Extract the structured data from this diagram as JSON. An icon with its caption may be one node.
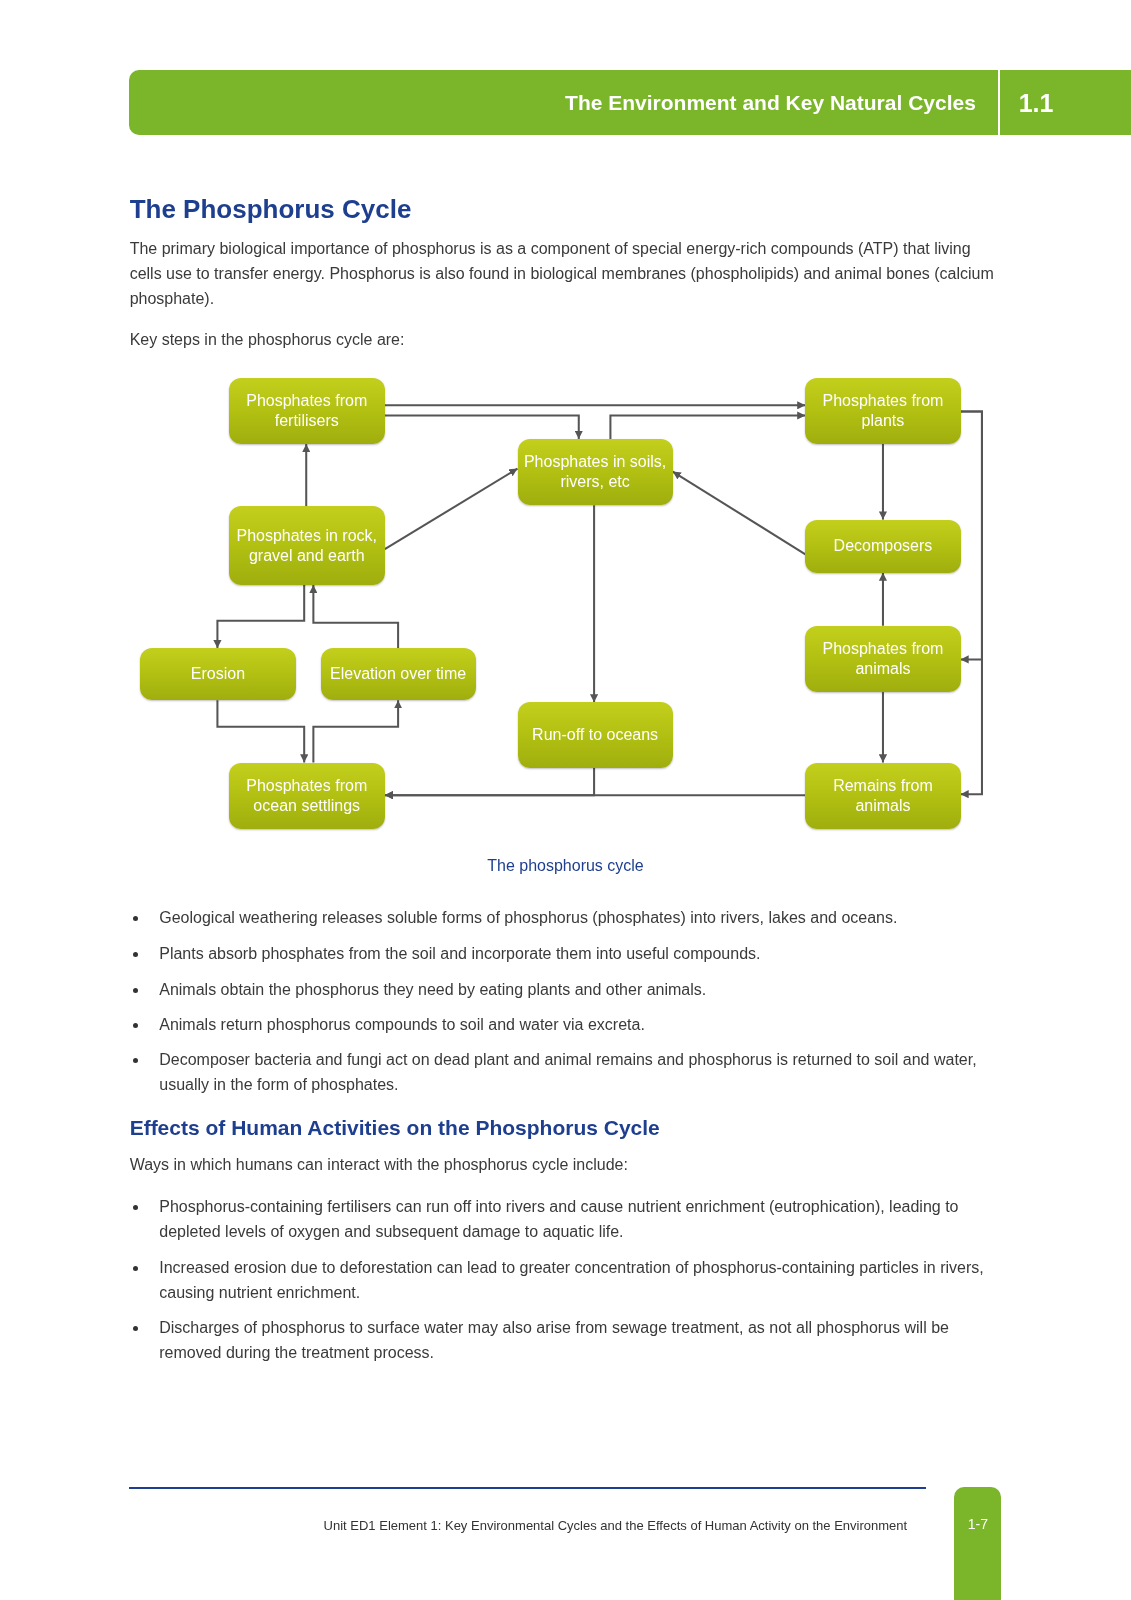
{
  "diagram": {
    "title": "The Phosphorus Cycle",
    "caption": "The phosphorus cycle",
    "nodes": [
      {
        "text": [
          "Phosphates from fertilisers"
        ]
      },
      {
        "text": [
          "Phosphates from plants"
        ]
      },
      {
        "text": [
          "Phosphates in soils, rivers, etc"
        ]
      },
      {
        "text": [
          "Phosphates in rock, gravel and earth"
        ]
      },
      {
        "text": [
          "Decomposers"
        ]
      },
      {
        "text": [
          "Erosion"
        ]
      },
      {
        "text": [
          "Elevation over time"
        ]
      },
      {
        "text": [
          "Phosphates from animals"
        ]
      },
      {
        "text": [
          "Run-off to oceans"
        ]
      },
      {
        "text": [
          "Phosphates from ocean settlings"
        ]
      },
      {
        "text": [
          "Remains from animals"
        ]
      }
    ],
    "edges": [
      {
        "from": 0,
        "to": 1,
        "arrow": "to"
      },
      {
        "from": 0,
        "to": 2,
        "arrow": "to"
      },
      {
        "from": 2,
        "to": 1,
        "arrow": "to"
      },
      {
        "from": 3,
        "to": 0,
        "arrow": "to"
      },
      {
        "from": 3,
        "to": 2,
        "arrow": "to"
      },
      {
        "from": 4,
        "to": 2,
        "arrow": "to"
      },
      {
        "from": 1,
        "to": 4,
        "arrow": "to"
      },
      {
        "from": 7,
        "to": 4,
        "arrow": "to"
      },
      {
        "from": 1,
        "to": 7,
        "arrow": "to"
      },
      {
        "from": 1,
        "to": 10,
        "arrow": "to"
      },
      {
        "from": 7,
        "to": 10,
        "arrow": "to"
      },
      {
        "from": 2,
        "to": 8,
        "arrow": "to"
      },
      {
        "from": 3,
        "to": 5,
        "arrow": "to"
      },
      {
        "from": 6,
        "to": 3,
        "arrow": "to"
      },
      {
        "from": 5,
        "to": 9,
        "arrow": "to"
      },
      {
        "from": 9,
        "to": 6,
        "arrow": "to"
      },
      {
        "from": 10,
        "to": 9,
        "arrow": "to"
      },
      {
        "from": 8,
        "to": 9,
        "arrow": "to"
      }
    ],
    "labels": [
      "The Environment and Key Natural Cycles",
      "1.1",
      "The primary biological importance of phosphorus is as a component of special energy-rich compounds (ATP) that living cells use to transfer energy. Phosphorus is also found in biological membranes (phospholipids) and animal bones (calcium phosphate).",
      "Key steps in the phosphorus cycle are:",
      "Geological weathering releases soluble forms of phosphorus (phosphates) into rivers, lakes and oceans.",
      "Plants absorb phosphates from the soil and incorporate them into useful compounds.",
      "Animals obtain the phosphorus they need by eating plants and other animals.",
      "Animals return phosphorus compounds to soil and water via excreta.",
      "Decomposer bacteria and fungi act on dead plant and animal remains and phosphorus is returned to soil and water, usually in the form of phosphates.",
      "Effects of Human Activities on the Phosphorus Cycle",
      "Ways in which humans can interact with the phosphorus cycle include:",
      "Phosphorus-containing fertilisers can run off into rivers and cause nutrient enrichment (eutrophication), leading to depleted levels of oxygen and subsequent damage to aquatic life.",
      "Increased erosion due to deforestation can lead to greater concentration of phosphorus-containing particles in rivers, causing nutrient enrichment.",
      "Discharges of phosphorus to surface water may also arise from sewage treatment, as not all phosphorus will be removed during the treatment process.",
      "Unit ED1 Element 1: Key Environmental Cycles and the Effects of Human Activity on the Environment",
      "1-7"
    ]
  }
}
